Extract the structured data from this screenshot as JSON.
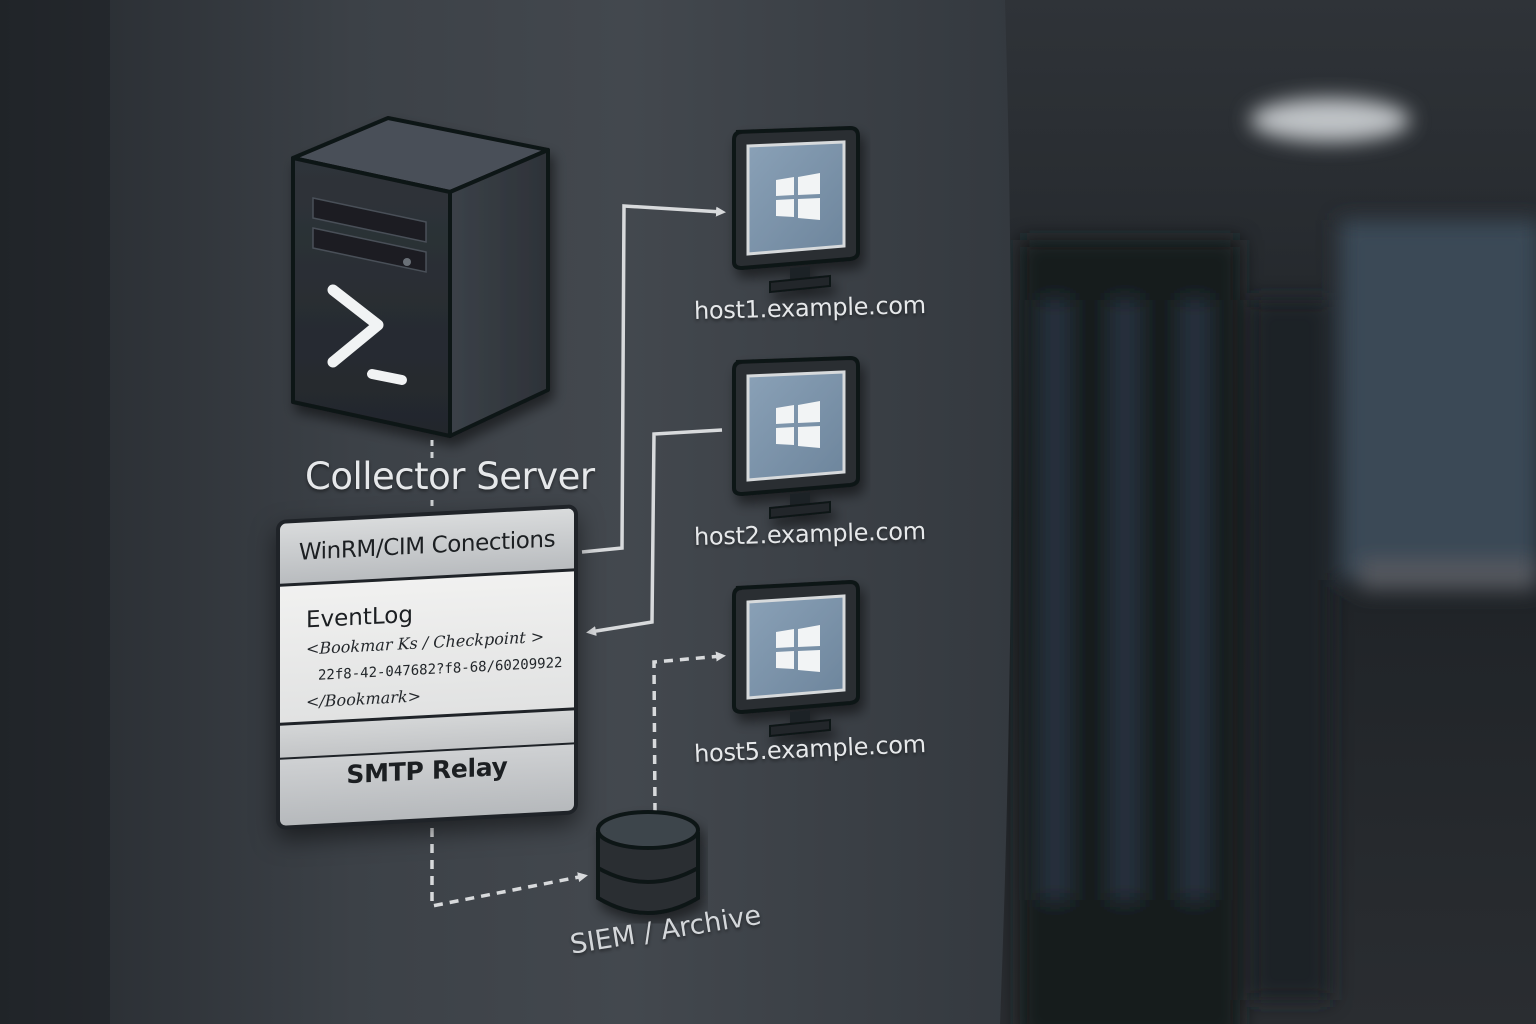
{
  "collector": {
    "label": "Collector Server",
    "prompt_icon": "powershell-prompt-icon"
  },
  "panel": {
    "connections_label": "WinRM/CIM Conections",
    "eventlog": {
      "title": "EventLog",
      "bookmark_open": "<Bookmar Ks / Checkpoint >",
      "bookmark_value": "22f8-42-047682?f8-68/60209922",
      "bookmark_close": "</Bookmark>"
    },
    "smtp_label": "SMTP Relay"
  },
  "hosts": [
    {
      "label": "host1.example.com",
      "icon": "windows-logo-icon"
    },
    {
      "label": "host2.example.com",
      "icon": "windows-logo-icon"
    },
    {
      "label": "host5.example.com",
      "icon": "windows-logo-icon"
    }
  ],
  "storage": {
    "label": "SIEM / Archive",
    "icon": "database-icon"
  },
  "colors": {
    "wall": "#3a3f45",
    "line": "#d8dadc",
    "screen": "#7d95ad",
    "device_dark": "#2a2e33",
    "text": "#e6e8ea"
  }
}
